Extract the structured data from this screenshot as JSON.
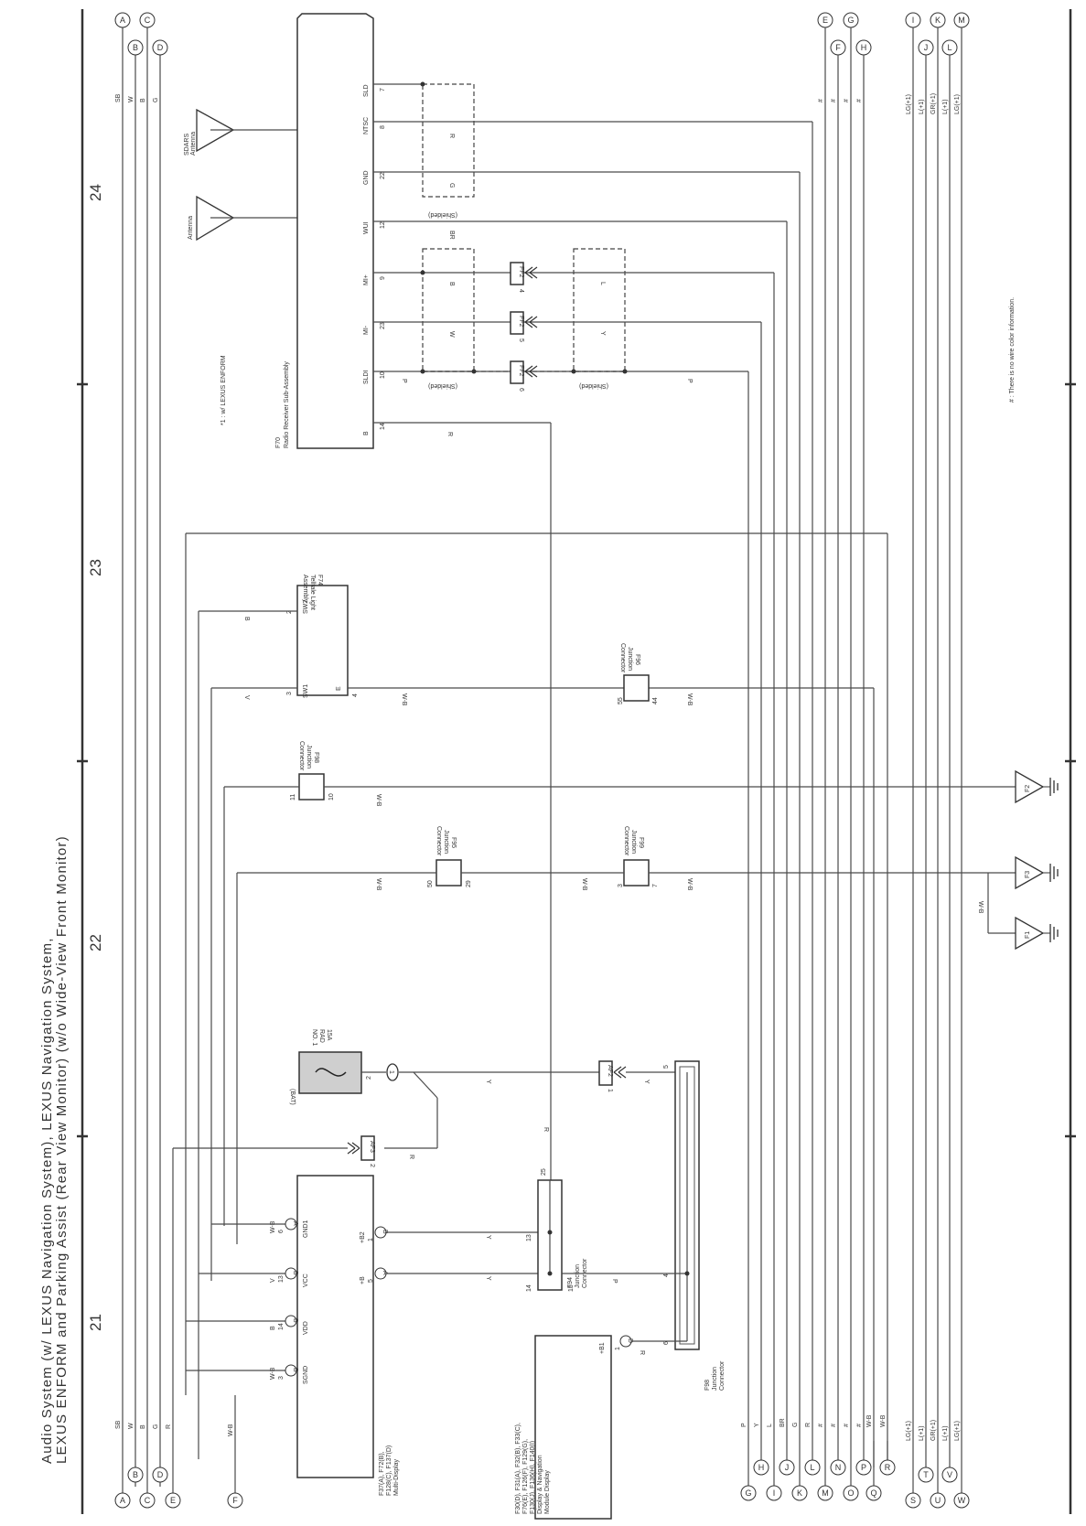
{
  "title": {
    "line1": "Audio System (w/ LEXUS Navigation System), LEXUS Navigation System,",
    "line2": "LEXUS ENFORM and Parking Assist (Rear View Monitor) (w/o Wide-View Front Monitor)"
  },
  "sections": [
    "21",
    "22",
    "23",
    "24"
  ],
  "top_left_bus": {
    "circles": [
      "A",
      "B",
      "C",
      "C",
      "D"
    ],
    "wire_colors": [
      "SB",
      "W",
      "B",
      "G"
    ]
  },
  "bottom_left_bus": {
    "circles": [
      "A",
      "B",
      "C",
      "D",
      "E",
      "F"
    ],
    "wire_colors": [
      "SB",
      "W",
      "B",
      "G",
      "R"
    ],
    "f_wire": "W-B"
  },
  "top_right_bus": {
    "circles_a": [
      "E",
      "G",
      "F",
      "H"
    ],
    "circles_b": [
      "I",
      "K",
      "J",
      "L",
      "M"
    ],
    "hash_marks": [
      "#",
      "#",
      "#",
      "#"
    ],
    "colors_b": [
      "LG(+1)",
      "L(+1)",
      "GR(+1)",
      "L(+1)",
      "LG(+1)"
    ]
  },
  "bottom_right_bus": {
    "circles": [
      "G",
      "H",
      "I",
      "J",
      "K",
      "L",
      "M",
      "N",
      "O",
      "P",
      "Q",
      "R"
    ],
    "colors": [
      "P",
      "Y",
      "L",
      "BR",
      "G",
      "R",
      "#",
      "#",
      "#",
      "#",
      "W-B",
      "W-B"
    ],
    "circles_b": [
      "S",
      "T",
      "U",
      "V",
      "W"
    ],
    "colors_b": [
      "LG(+1)",
      "L(+1)",
      "GR(+1)",
      "L(+1)",
      "LG(+1)"
    ]
  },
  "components": {
    "f70": {
      "name": "F70\nRadio Receiver Sub-Assembly",
      "name_line1": "F70",
      "name_line2": "Radio Receiver Sub-Assembly",
      "pins": [
        {
          "name": "SLD",
          "num": "7"
        },
        {
          "name": "NTSC",
          "num": "8"
        },
        {
          "name": "GND",
          "num": "22"
        },
        {
          "name": "WUI",
          "num": "12"
        },
        {
          "name": "MI+",
          "num": "9"
        },
        {
          "name": "MI-",
          "num": "23"
        },
        {
          "name": "SLDI",
          "num": "10"
        },
        {
          "name": "B",
          "num": "14"
        }
      ],
      "wire_colors": {
        "ntsc": "R",
        "gnd": "G",
        "wui": "BR",
        "mi_plus": "B",
        "mi_minus": "W",
        "sldi": "P",
        "b": "R",
        "p2": "P",
        "l": "L",
        "y": "Y"
      },
      "shielded": "(Shielded)"
    },
    "sdars": {
      "line1": "SDARS",
      "line2": "Antenna"
    },
    "antenna": "Antenna",
    "footnote": "*1 : w/ LEXUS ENFORM",
    "ff2": [
      "FF2",
      "FF2",
      "FF2"
    ],
    "ff2_pins": [
      "4",
      "5",
      "6"
    ],
    "f74": {
      "line1": "F74",
      "line2": "Telltale Light",
      "line3": "Assembly",
      "pins": [
        {
          "name": "SW2",
          "num": "2"
        },
        {
          "name": "SW1",
          "num": "3"
        },
        {
          "name": "E",
          "num": "4"
        }
      ],
      "colors": [
        "B",
        "V",
        "W-B"
      ]
    },
    "f96": {
      "line1": "F96",
      "line2": "Junction",
      "line3": "Connector",
      "pins": [
        "55",
        "44"
      ],
      "color": "W-B"
    },
    "f98a": {
      "line1": "F98",
      "line2": "Junction",
      "line3": "Connector",
      "pins": [
        "11",
        "10"
      ],
      "color": "W-B"
    },
    "f95": {
      "line1": "F95",
      "line2": "Junction",
      "line3": "Connector",
      "pins": [
        "50",
        "29"
      ],
      "color": "W-B"
    },
    "f99": {
      "line1": "F99",
      "line2": "Junction",
      "line3": "Connector",
      "pins": [
        "3",
        "7"
      ],
      "color": "W-B"
    },
    "grounds": [
      "F2",
      "F3",
      "F1"
    ],
    "ground_wire": "W-B",
    "fuse": {
      "bat": "(BAT)",
      "line1": "15A",
      "line2": "RAD",
      "line3": "NO. 1",
      "pin": "2",
      "node": "1"
    },
    "af3": {
      "name": "AF3",
      "pin": "2",
      "color": "R"
    },
    "af2": {
      "name": "AF2",
      "pin": "1",
      "color": "Y",
      "color2": "Y",
      "pin5": "5"
    },
    "wire_r": "R",
    "f37": {
      "line1": "F37(A), F72(B),",
      "line2": "F128(C), F137(D)",
      "line3": "Multi-Display",
      "pins_left": [
        {
          "name": "GND1",
          "num": "6",
          "conn": "A",
          "color": "W-B"
        },
        {
          "name": "VCC",
          "num": "13",
          "conn": "B",
          "color": "V"
        },
        {
          "name": "VDD",
          "num": "14",
          "conn": "B",
          "color": "B"
        },
        {
          "name": "SGND",
          "num": "3",
          "conn": "B",
          "color": "W-B"
        }
      ],
      "pins_right": [
        {
          "name": "+B2",
          "num": "1",
          "conn": "B",
          "color": "Y"
        },
        {
          "name": "+B",
          "num": "5",
          "conn": "A",
          "color": "Y"
        }
      ]
    },
    "f94": {
      "line1": "F94",
      "line2": "Junction",
      "line3": "Connector",
      "pins": [
        "25",
        "13",
        "14",
        "15"
      ],
      "color15": "P"
    },
    "f98b": {
      "line1": "F98",
      "line2": "Junction",
      "line3": "Connector",
      "pins": [
        "4",
        "6"
      ]
    },
    "f30": {
      "line1": "F30(D), F31(A), F32(B), F33(C),",
      "line2": "F76(E), F126(F), F129(G),",
      "line3": "F130(J), F136(H), F140(I)",
      "line4": "Display & Navigation",
      "line5": "Module Display",
      "pin": {
        "name": "+B1",
        "num": "1",
        "conn": "D",
        "color": "R"
      }
    },
    "note": "# : There is no wire color information."
  }
}
